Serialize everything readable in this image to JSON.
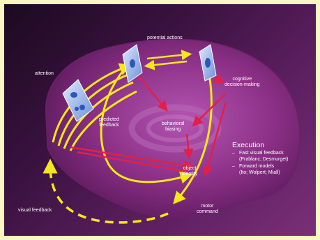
{
  "labels": {
    "potential_actions": "potential actions",
    "attention": "attention",
    "cognitive": "cognitive\ndecision-making",
    "predicted": "predicted\nfeedback",
    "behavioral": "behavioral\nbiasing",
    "object": "object\nidentity",
    "visual_feedback": "visual feedback",
    "motor": "motor\ncommand"
  },
  "execution": {
    "heading": "Execution",
    "bullets": [
      {
        "dash": "–",
        "text": "Fast visual feedback\n(Prablanc; Desmurget)"
      },
      {
        "dash": "–",
        "text": "Forward models\n(Ito; Wolpert; Miall)"
      }
    ]
  },
  "colors": {
    "brain": "#8a2f85",
    "brain_inner": "#a043a0",
    "yellow_arrow": "#f5e61d",
    "red_arrow": "#e0204a",
    "background": "#fbf7c2"
  }
}
